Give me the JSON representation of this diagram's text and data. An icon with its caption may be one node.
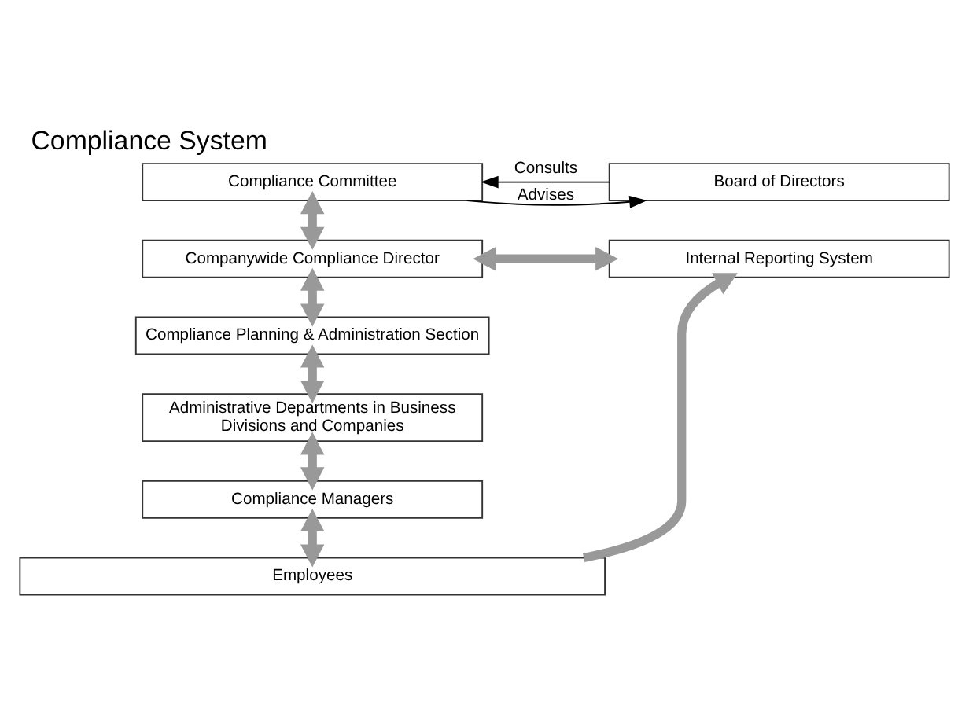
{
  "diagram": {
    "title": "Compliance System",
    "nodes": [
      {
        "text": [
          "Compliance Committee"
        ]
      },
      {
        "text": [
          "Board of Directors"
        ]
      },
      {
        "text": [
          "Companywide Compliance Director"
        ]
      },
      {
        "text": [
          "Internal Reporting System"
        ]
      },
      {
        "text": [
          "Compliance Planning & Administration Section"
        ]
      },
      {
        "text": [
          "Administrative Departments in Business Divisions and Companies"
        ]
      },
      {
        "text": [
          "Compliance Managers"
        ]
      },
      {
        "text": [
          "Employees"
        ]
      }
    ],
    "edges": [
      {
        "from": 1,
        "to": 0,
        "arrow": "to",
        "label": "Consults",
        "color": "#000000"
      },
      {
        "from": 0,
        "to": 1,
        "arrow": "to",
        "label": "Advises",
        "color": "#000000"
      },
      {
        "from": 0,
        "to": 2,
        "arrow": "both"
      },
      {
        "from": 2,
        "to": 3,
        "arrow": "both"
      },
      {
        "from": 2,
        "to": 4,
        "arrow": "both"
      },
      {
        "from": 4,
        "to": 5,
        "arrow": "both"
      },
      {
        "from": 5,
        "to": 6,
        "arrow": "both"
      },
      {
        "from": 6,
        "to": 7,
        "arrow": "both"
      },
      {
        "from": 7,
        "to": 3,
        "arrow": "to"
      }
    ]
  }
}
